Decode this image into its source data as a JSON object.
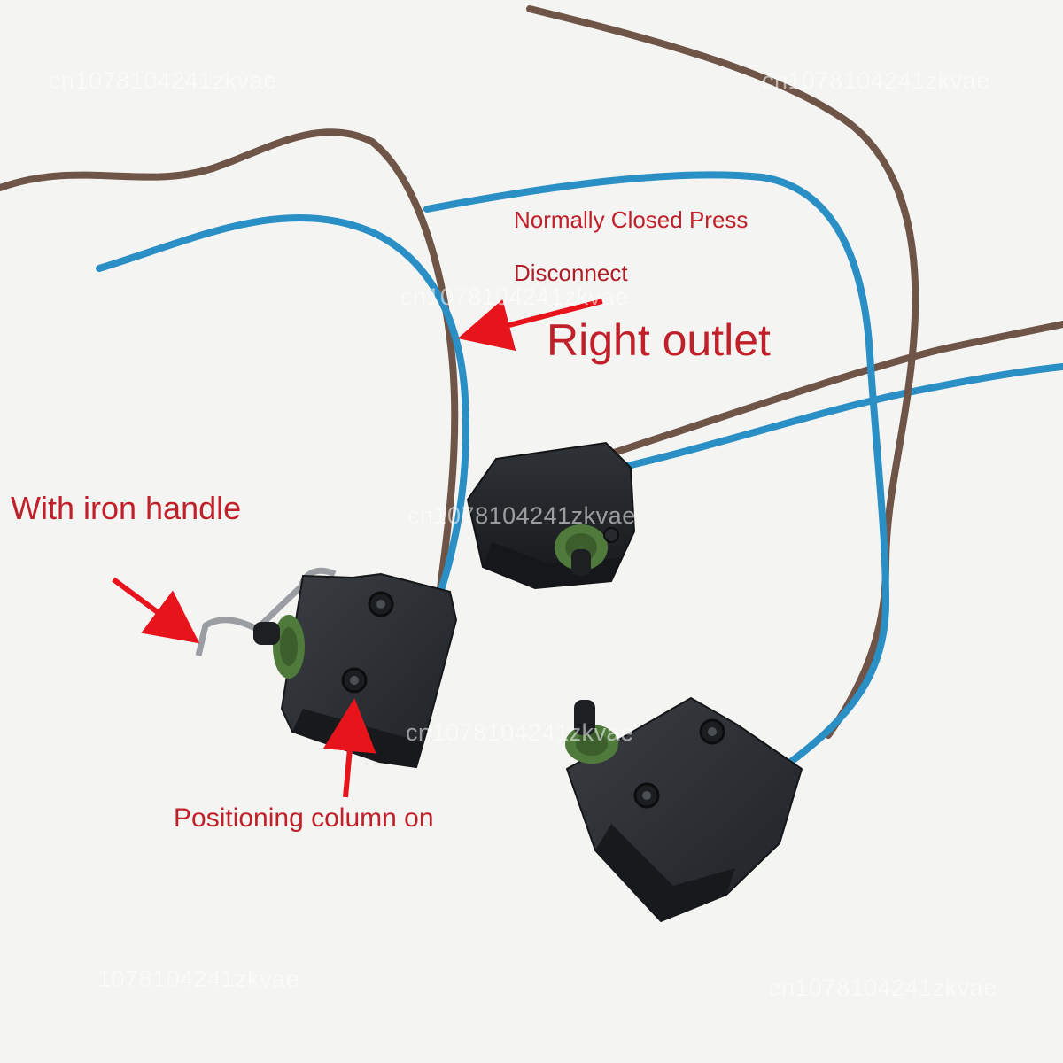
{
  "annotations": {
    "normally_closed": "Normally Closed Press",
    "disconnect": "Disconnect",
    "right_outlet": "Right outlet",
    "iron_handle": "With iron handle",
    "positioning_column": "Positioning column on"
  },
  "watermarks": [
    "cn1078104241zkvae",
    "cn1078104241zkvae",
    "cn1078104241zkvae",
    "cn1078104241zkvae",
    "cn1078104241zkvae",
    "1078104241zkvae",
    "cn1078104241zkvae"
  ],
  "colors": {
    "background": "#f4f4f2",
    "brown_wire": "#6f5448",
    "blue_wire": "#2a8fc4",
    "switch_body": "#2c2f33",
    "green_seal": "#4f7a3c",
    "annotation_red": "#c0202a",
    "arrow_red": "#e8141c"
  }
}
